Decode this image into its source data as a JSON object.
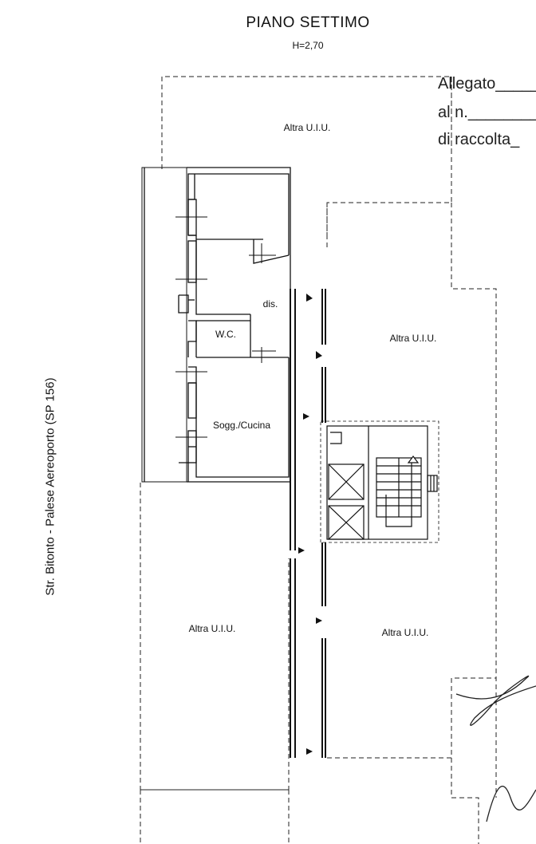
{
  "header": {
    "title": "PIANO SETTIMO",
    "height": "H=2,70"
  },
  "stamp": {
    "line1": "Allegato",
    "line2": "al n.",
    "line3": "di raccolta"
  },
  "road_label": "Str. Bitonto - Palese Aereoporto (SP 156)",
  "rooms": {
    "top_other": "Altra U.I.U.",
    "dis": "dis.",
    "wc": "W.C.",
    "kitchen": "Sogg./Cucina",
    "right_upper_other": "Altra U.I.U.",
    "left_lower_other": "Altra U.I.U.",
    "right_lower_other": "Altra U.I.U."
  }
}
